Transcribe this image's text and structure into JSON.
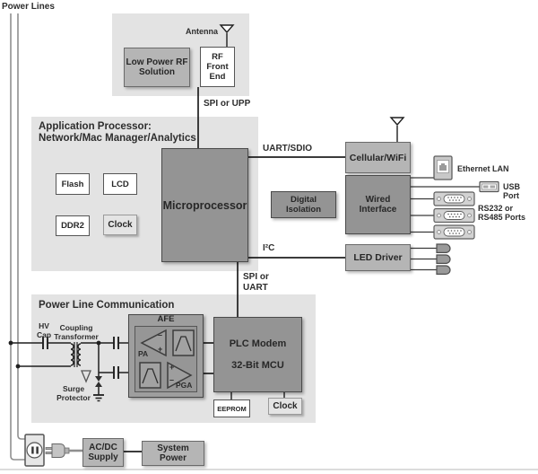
{
  "colors": {
    "section_bg": "#e3e3e3",
    "dark_box": "#949494",
    "mid_box": "#b5b5b5",
    "light_box": "#e4e4e4",
    "box_border_dark": "#4a4a4a",
    "line": "#1f1f1f",
    "power_line": "#8f8f8f",
    "text": "#2d2d2d"
  },
  "power_lines_label": "Power Lines",
  "rf_section": {
    "antenna_label": "Antenna",
    "low_power_rf": "Low Power RF\nSolution",
    "rf_front_end": "RF\nFront\nEnd"
  },
  "buses": {
    "spi_upp": "SPI or UPP",
    "uart_sdio": "UART/SDIO",
    "i2c": "I²C",
    "spi_uart": "SPI or\nUART"
  },
  "app_section": {
    "title": "Application Processor:\nNetwork/Mac Manager/Analytics",
    "flash": "Flash",
    "lcd": "LCD",
    "ddr2": "DDR2",
    "clock": "Clock",
    "microprocessor": "Microprocessor"
  },
  "right_side": {
    "cellular": "Cellular/WiFi",
    "digital_isolation": "Digital\nIsolation",
    "wired_interface": "Wired\nInterface",
    "led_driver": "LED Driver",
    "ethernet": "Ethernet LAN",
    "usb": "USB Port",
    "serial_ports": "RS232 or\nRS485 Ports"
  },
  "plc_section": {
    "title": "Power Line Communication",
    "hv_cap": "HV\nCap",
    "coupling_transformer": "Coupling\nTransformer",
    "surge_protector": "Surge\nProtector",
    "afe": "AFE",
    "pa": "PA",
    "pga": "PGA",
    "plus": "+",
    "minus": "–",
    "plc_modem_line1": "PLC Modem",
    "plc_modem_line2": "32-Bit MCU",
    "eeprom": "EEPROM",
    "clock": "Clock"
  },
  "power_section": {
    "acdc_supply": "AC/DC\nSupply",
    "system_power": "System Power"
  }
}
